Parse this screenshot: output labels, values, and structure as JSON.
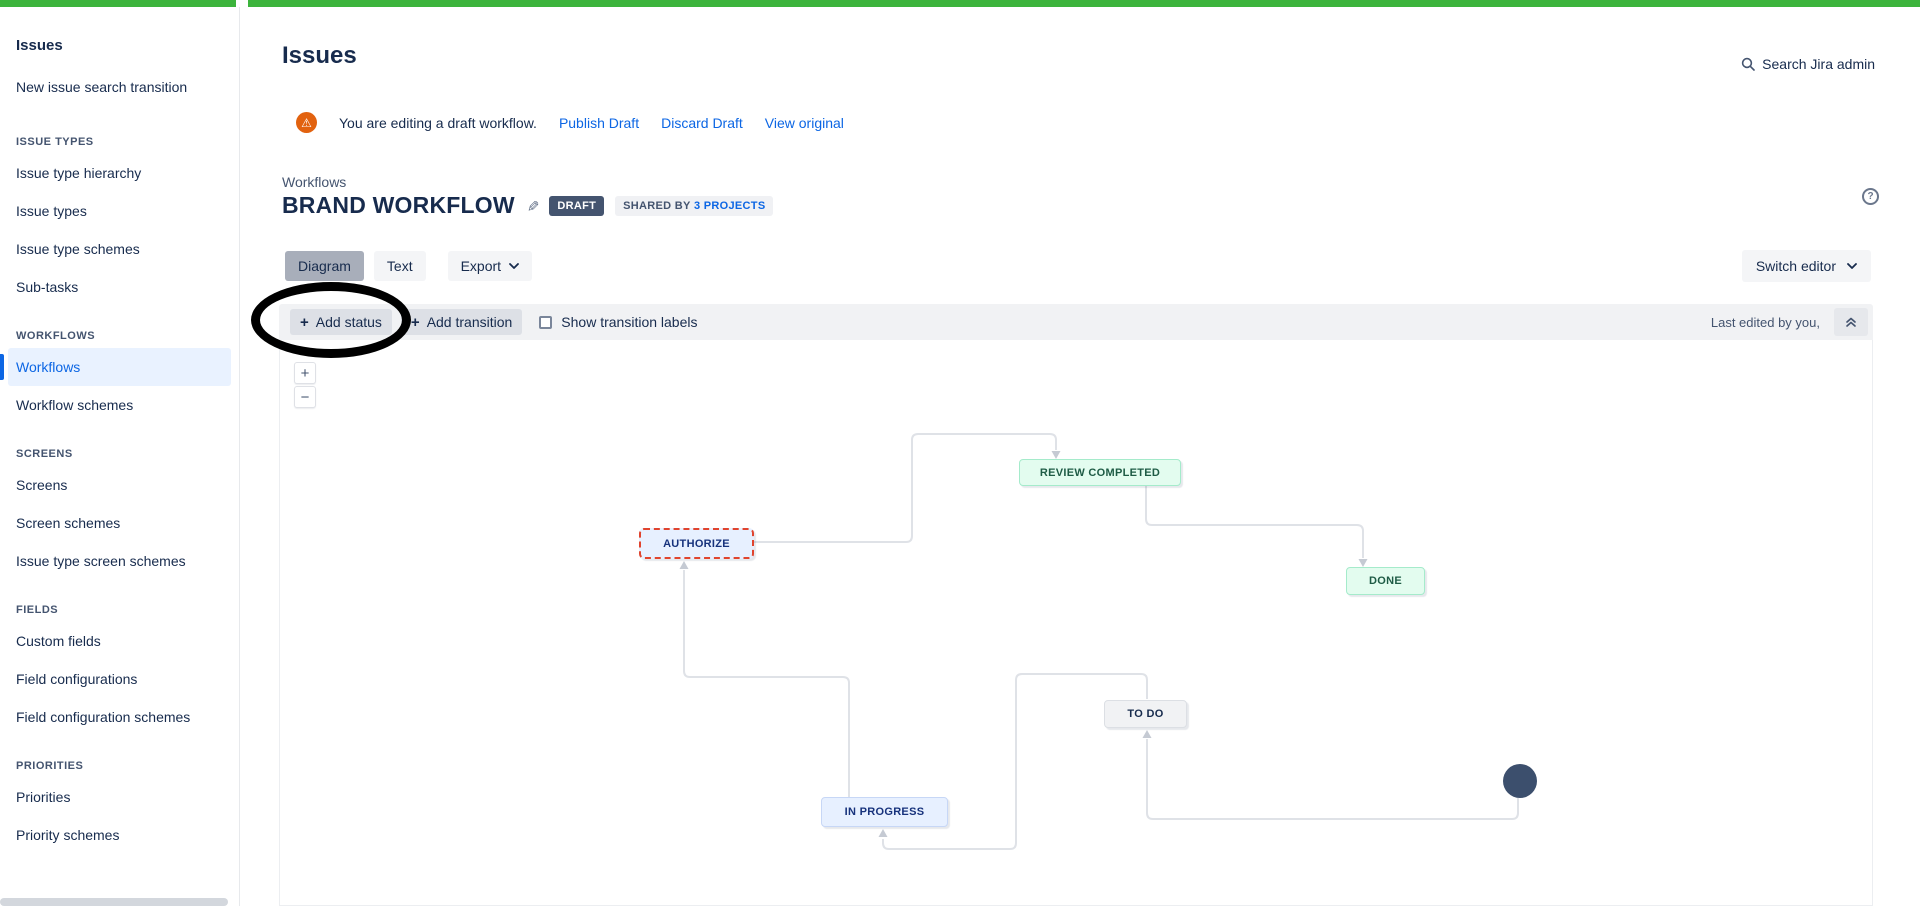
{
  "app": {
    "topbar_search": "Search Jira admin"
  },
  "page": {
    "title": "Issues"
  },
  "banner": {
    "message": "You are editing a draft workflow.",
    "actions": [
      "Publish Draft",
      "Discard Draft",
      "View original"
    ]
  },
  "workflow_header": {
    "breadcrumb": "Workflows",
    "title": "BRAND WORKFLOW",
    "draft_badge": "DRAFT",
    "shared_prefix": "SHARED BY",
    "shared_link": "3 PROJECTS"
  },
  "view_tabs": {
    "diagram": "Diagram",
    "text": "Text",
    "export": "Export",
    "switch_editor": "Switch editor"
  },
  "toolbar": {
    "add_status": "Add status",
    "add_transition": "Add transition",
    "show_transition_labels": "Show transition labels",
    "last_edited": "Last edited by you,"
  },
  "canvas": {
    "zoom_in": "+",
    "zoom_out": "−"
  },
  "sidebar": {
    "heading": "Issues",
    "top_items": [
      {
        "label": "New issue search transition"
      }
    ],
    "sections": [
      {
        "label": "ISSUE TYPES",
        "items": [
          {
            "label": "Issue type hierarchy"
          },
          {
            "label": "Issue types"
          },
          {
            "label": "Issue type schemes"
          },
          {
            "label": "Sub-tasks"
          }
        ]
      },
      {
        "label": "WORKFLOWS",
        "items": [
          {
            "label": "Workflows",
            "active": true
          },
          {
            "label": "Workflow schemes"
          }
        ]
      },
      {
        "label": "SCREENS",
        "items": [
          {
            "label": "Screens"
          },
          {
            "label": "Screen schemes"
          },
          {
            "label": "Issue type screen schemes"
          }
        ]
      },
      {
        "label": "FIELDS",
        "items": [
          {
            "label": "Custom fields"
          },
          {
            "label": "Field configurations"
          },
          {
            "label": "Field configuration schemes"
          }
        ]
      },
      {
        "label": "PRIORITIES",
        "items": [
          {
            "label": "Priorities"
          },
          {
            "label": "Priority schemes"
          }
        ]
      }
    ]
  },
  "diagram": {
    "nodes": [
      {
        "label": "REVIEW COMPLETED",
        "status_category": "done",
        "selected": false
      },
      {
        "label": "AUTHORIZE",
        "status_category": "in-progress",
        "selected": true
      },
      {
        "label": "DONE",
        "status_category": "done",
        "selected": false
      },
      {
        "label": "TO DO",
        "status_category": "to-do",
        "selected": false
      },
      {
        "label": "IN PROGRESS",
        "status_category": "in-progress",
        "selected": false
      }
    ],
    "start_node": "initial-status",
    "transitions": [
      {
        "from": "IN PROGRESS",
        "to": "AUTHORIZE"
      },
      {
        "from": "AUTHORIZE",
        "to": "REVIEW COMPLETED"
      },
      {
        "from": "REVIEW COMPLETED",
        "to": "DONE"
      },
      {
        "from": "initial-status",
        "to": "TO DO"
      },
      {
        "from": "TO DO",
        "to": "IN PROGRESS"
      }
    ]
  },
  "icons": {
    "warning": "⚠",
    "pencil": "✎",
    "help": "?"
  },
  "colors": {
    "green-bar": "#3CB43C",
    "link-blue": "#0C66E4",
    "text-navy": "#172B4D",
    "text-subtle": "#44546F",
    "warning-orange": "#E2620F",
    "draft-badge-bg": "#44546F",
    "badge-gray-bg": "#F0F1F4",
    "active-item-bg": "#E9F2FF",
    "toolbar-bg": "#F1F2F4",
    "button-gray": "#DDE0E6",
    "tab-selected-bg": "#A8AEBA",
    "tab-gray-bg": "#F4F5F7",
    "node-green-bg": "#E3FCEF",
    "node-green-border": "#A5EBCB",
    "node-green-text": "#1E5B45",
    "node-blue-bg": "#E7F0FF",
    "node-blue-border": "#C7D7F6",
    "node-blue-text": "#17327C",
    "node-gray-bg": "#F1F2F4",
    "node-gray-border": "#DCDFE4",
    "selected-red": "#E0442E",
    "connector": "#DFE2E7",
    "arrow": "#C5CAD3",
    "start-node": "#3C4F6D",
    "annotation": "#000000"
  }
}
